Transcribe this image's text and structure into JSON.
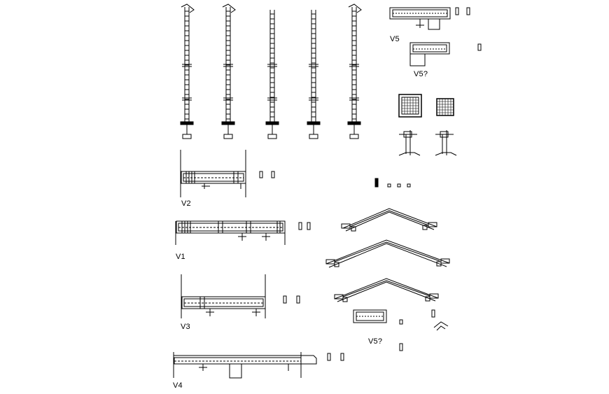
{
  "drawing": {
    "line_color": "#000000",
    "background": "#ffffff"
  },
  "labels": {
    "v5": "V5",
    "v5_alt": "V5?",
    "v2": "V2",
    "v1": "V1",
    "v3": "V3",
    "v4": "V4",
    "v5_bottom": "V5?"
  }
}
